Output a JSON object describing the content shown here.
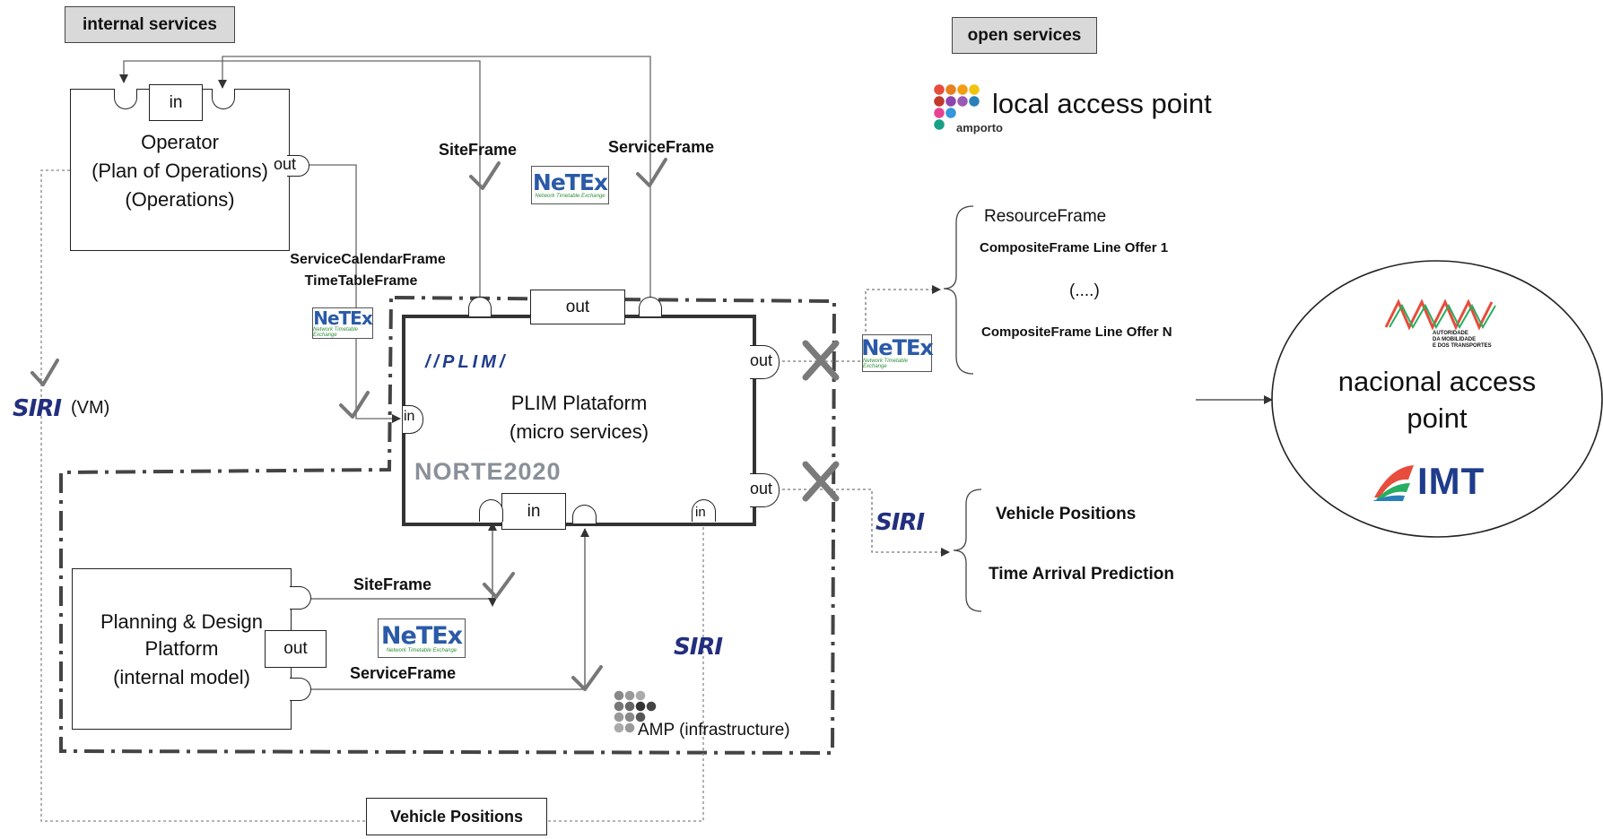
{
  "tags": {
    "internal": "internal services",
    "open": "open services"
  },
  "operator": {
    "in_label": "in",
    "out_label": "out",
    "line1": "Operator",
    "line2": "(Plan of Operations)",
    "line3": "(Operations)"
  },
  "plim": {
    "logo_text": "//PLIM/",
    "title1": "PLIM Plataform",
    "title2": "(micro services)",
    "norte_logo": "NORTE2020",
    "out_top": "out",
    "out_right1": "out",
    "out_right2": "out",
    "in_left": "in",
    "in_bottom": "in",
    "in_bottom_right": "in"
  },
  "planning": {
    "line1": "Planning & Design",
    "line2": "Platform",
    "line3": "(internal model)",
    "out_label": "out"
  },
  "frames": {
    "site_top": "SiteFrame",
    "service_top": "ServiceFrame",
    "calendar": "ServiceCalendarFrame",
    "timetable": "TimeTableFrame",
    "site_bottom": "SiteFrame",
    "service_bottom": "ServiceFrame"
  },
  "logos": {
    "netex": "NeTEx",
    "netex_sub": "Network Timetable Exchange",
    "siri": "SIRI",
    "siri_vm_suffix": "(VM)",
    "amp_label": "AMP (infrastructure)",
    "amporto_sub": "amporto",
    "amt_sub1": "AUTORIDADE",
    "amt_sub2": "DA MOBILIDADE",
    "amt_sub3": "E DOS TRANSPORTES",
    "imt": "IMT"
  },
  "local_access": "local access point",
  "resource_list": {
    "title": "ResourceFrame",
    "item1": "CompositeFrame Line Offer 1",
    "ellipsis": "(....)",
    "item2": "CompositeFrame Line Offer N"
  },
  "siri_list": {
    "item1": "Vehicle Positions",
    "item2": "Time Arrival Prediction"
  },
  "national": {
    "line1": "nacional access",
    "line2": "point"
  },
  "vehicle_positions_box": "Vehicle Positions",
  "colors": {
    "netex_blue": "#2a5aa8",
    "netex_green": "#2f8f3a",
    "siri_navy": "#232f7e",
    "tag_gray": "#d9d9d9"
  }
}
